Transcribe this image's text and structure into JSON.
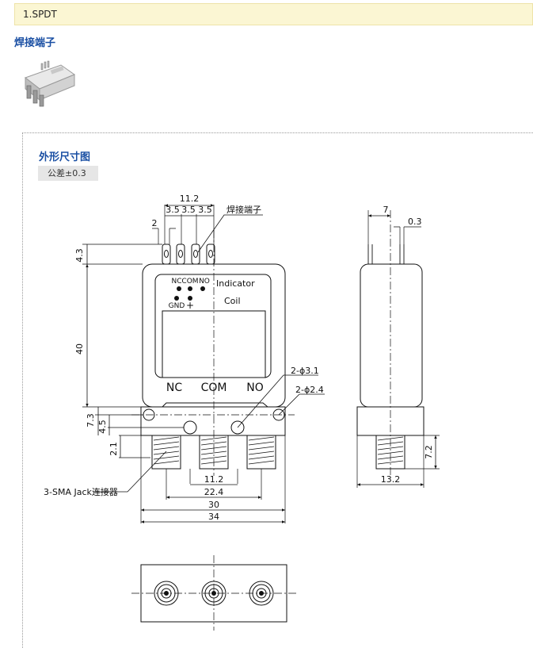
{
  "header": {
    "title": "1.SPDT"
  },
  "product": {
    "subtitle": "焊接端子"
  },
  "drawing": {
    "title": "外形尺寸图",
    "tolerance": "公差±0.3",
    "labels": {
      "d_11_2_top": "11.2",
      "d_3_5_a": "3.5",
      "d_3_5_b": "3.5",
      "d_3_5_c": "3.5",
      "d_2": "2",
      "solder_terminal": "焊接端子",
      "d_4_3": "4.3",
      "d_40": "40",
      "d_7_3": "7.3",
      "d_4_5": "4.5",
      "d_2_1": "2.1",
      "nc_small": "NC",
      "com_small": "COM",
      "no_small": "NO",
      "gnd": "GND",
      "plus": "+",
      "indicator": "Indicator",
      "coil": "Coil",
      "nc_big": "NC",
      "com_big": "COM",
      "no_big": "NO",
      "hole_3_1": "2-ϕ3.1",
      "hole_2_4": "2-ϕ2.4",
      "sma_label": "3-SMA Jack连接器",
      "d_11_2_bottom": "11.2",
      "d_22_4": "22.4",
      "d_30": "30",
      "d_34": "34",
      "d_7": "7",
      "d_0_3": "0.3",
      "d_7_2": "7.2",
      "d_13_2": "13.2"
    }
  }
}
